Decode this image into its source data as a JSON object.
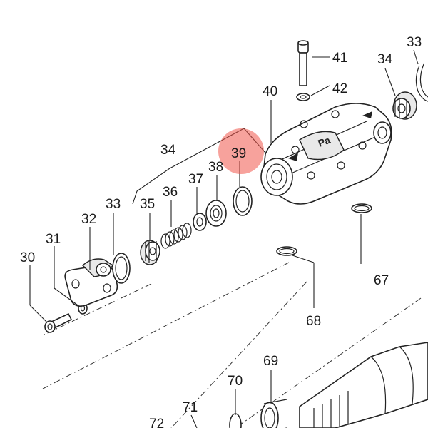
{
  "diagram": {
    "labels": {
      "l30": "30",
      "l31": "31",
      "l32": "32",
      "l33a": "33",
      "l33b": "33",
      "l34a": "34",
      "l34b": "34",
      "l35": "35",
      "l36": "36",
      "l37": "37",
      "l38": "38",
      "l39": "39",
      "l40": "40",
      "l41": "41",
      "l42": "42",
      "l67": "67",
      "l68": "68",
      "l69": "69",
      "l70": "70",
      "l71": "71",
      "l72": "72"
    },
    "highlight": {
      "color": "#f0564a",
      "label_color": "#c0392b"
    },
    "line_color": "#222222"
  }
}
